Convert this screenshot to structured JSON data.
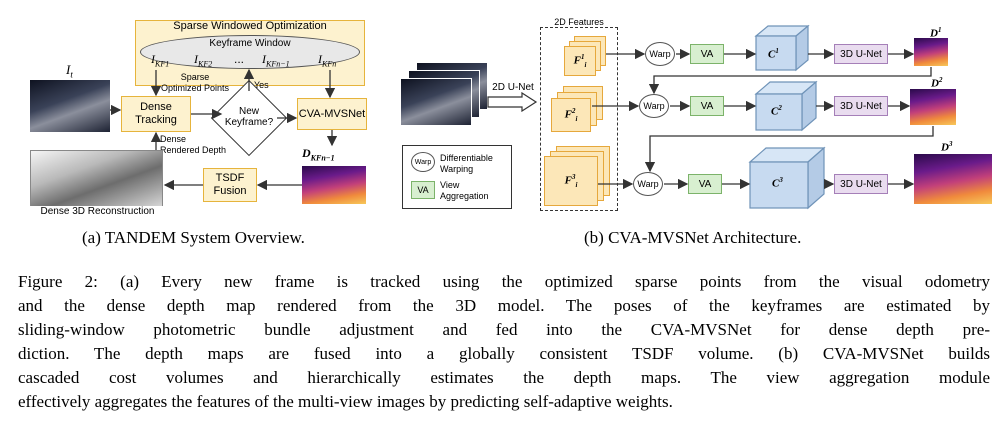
{
  "figure": {
    "panel_a": {
      "sparse_opt_title": "Sparse Windowed Optimization",
      "keyframe_window": "Keyframe Window",
      "kf_labels": [
        "I_{KF_1}",
        "I_{KF_2}",
        "...",
        "I_{KF_{n-1}}",
        "I_{KF_n}"
      ],
      "kf1": "I",
      "kf1_sub": "KF1",
      "kf2": "I",
      "kf2_sub": "KF2",
      "ellipsis": "...",
      "kfn1": "I",
      "kfn1_sub": "KFn−1",
      "kfn": "I",
      "kfn_sub": "KFn",
      "sparse_points": "Sparse\nOptimized Points",
      "yes": "Yes",
      "input_frame": "I",
      "input_frame_sub": "t",
      "dense_tracking": "Dense\nTracking",
      "new_keyframe": "New\nKeyframe?",
      "cva_mvsnet": "CVA-MVSNet",
      "dense_rendered_depth": "Dense\nRendered Depth",
      "depth_label": "D",
      "depth_label_sub": "KFn−1",
      "tsdf_fusion": "TSDF\nFusion",
      "dense_reconstruction": "Dense 3D Reconstruction"
    },
    "panel_b": {
      "features_title": "2D Features",
      "unet_2d": "2D U-Net",
      "warp": "Warp",
      "va": "VA",
      "unet_3d": "3D U-Net",
      "legend_warp": "Differentiable\nWarping",
      "legend_va": "View\nAggregation",
      "f1": "F",
      "f1_sup": "1",
      "f1_sub": "i",
      "f2": "F",
      "f2_sup": "2",
      "f2_sub": "i",
      "f3": "F",
      "f3_sup": "3",
      "f3_sub": "i",
      "c1": "C",
      "c1_sup": "1",
      "c2": "C",
      "c2_sup": "2",
      "c3": "C",
      "c3_sup": "3",
      "d1": "D",
      "d1_sup": "1",
      "d2": "D",
      "d2_sup": "2",
      "d3": "D",
      "d3_sup": "3"
    },
    "captions": {
      "a": "(a) TANDEM System Overview.",
      "b": "(b) CVA-MVSNet Architecture."
    },
    "figure_caption_lines": [
      "Figure 2: (a) Every new frame is tracked using the optimized sparse points from the visual odometry",
      "and the dense depth map rendered from the 3D model. The poses of the keyframes are estimated by",
      "sliding-window photometric bundle adjustment and fed into the CVA-MVSNet for dense depth pre-",
      "diction. The depth maps are fused into a globally consistent TSDF volume. (b) CVA-MVSNet builds",
      "cascaded cost volumes and hierarchically estimates the depth maps. The view aggregation module",
      "effectively aggregates the features of the multi-view images by predicting self-adaptive weights."
    ]
  }
}
